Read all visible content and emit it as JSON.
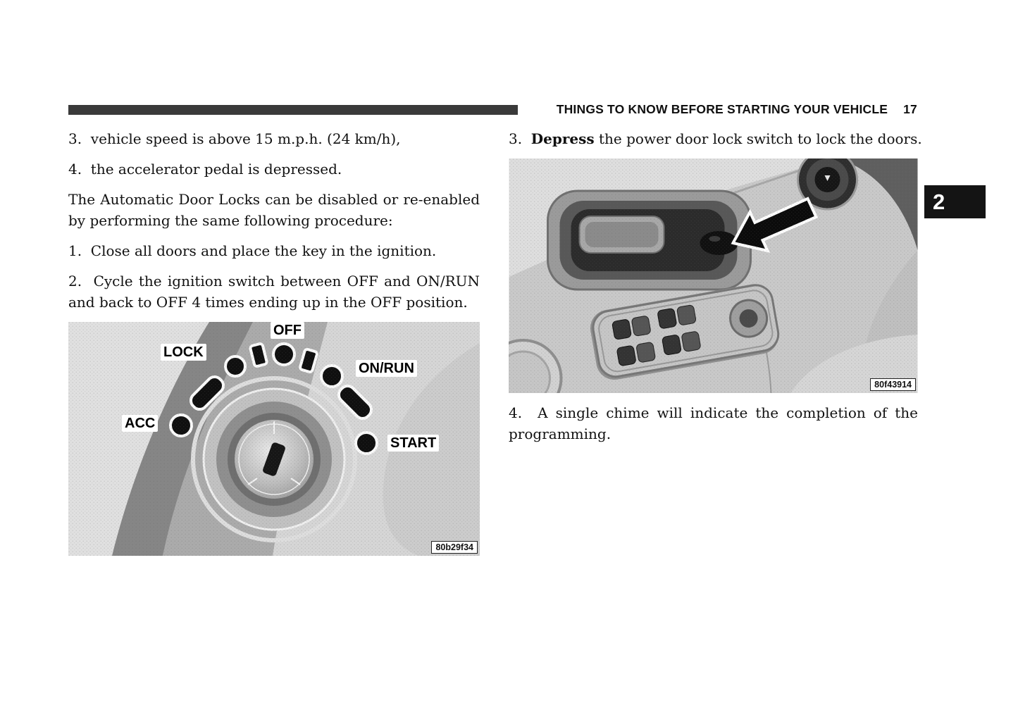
{
  "colors": {
    "header_bar": "#3a3a3a",
    "section_tab_bg": "#141414",
    "body_text": "#111111",
    "figure_gray": "#d6d6d6"
  },
  "header": {
    "title": "THINGS TO KNOW BEFORE STARTING YOUR VEHICLE",
    "page_number": "17",
    "section_tab": "2"
  },
  "left_column": {
    "item3": "3.  vehicle speed is above 15 m.p.h. (24 km/h),",
    "item4": "4.  the accelerator pedal is depressed.",
    "paragraph": "The Automatic Door Locks can be disabled or re-enabled by performing the same following procedure:",
    "step1": "1.  Close all doors and place the key in the ignition.",
    "step2": "2.  Cycle the ignition switch between OFF and ON/RUN and back to OFF 4 times ending up in the OFF position.",
    "figure": {
      "labels": {
        "off": "OFF",
        "lock": "LOCK",
        "on_run": "ON/RUN",
        "acc": "ACC",
        "start": "START"
      },
      "code": "80b29f34"
    }
  },
  "right_column": {
    "step3_number": "3.  ",
    "step3_bold": "Depress",
    "step3_rest": " the power door lock switch to lock the doors.",
    "figure": {
      "code": "80f43914"
    },
    "step4": "4.  A single chime will indicate the completion of the programming."
  }
}
